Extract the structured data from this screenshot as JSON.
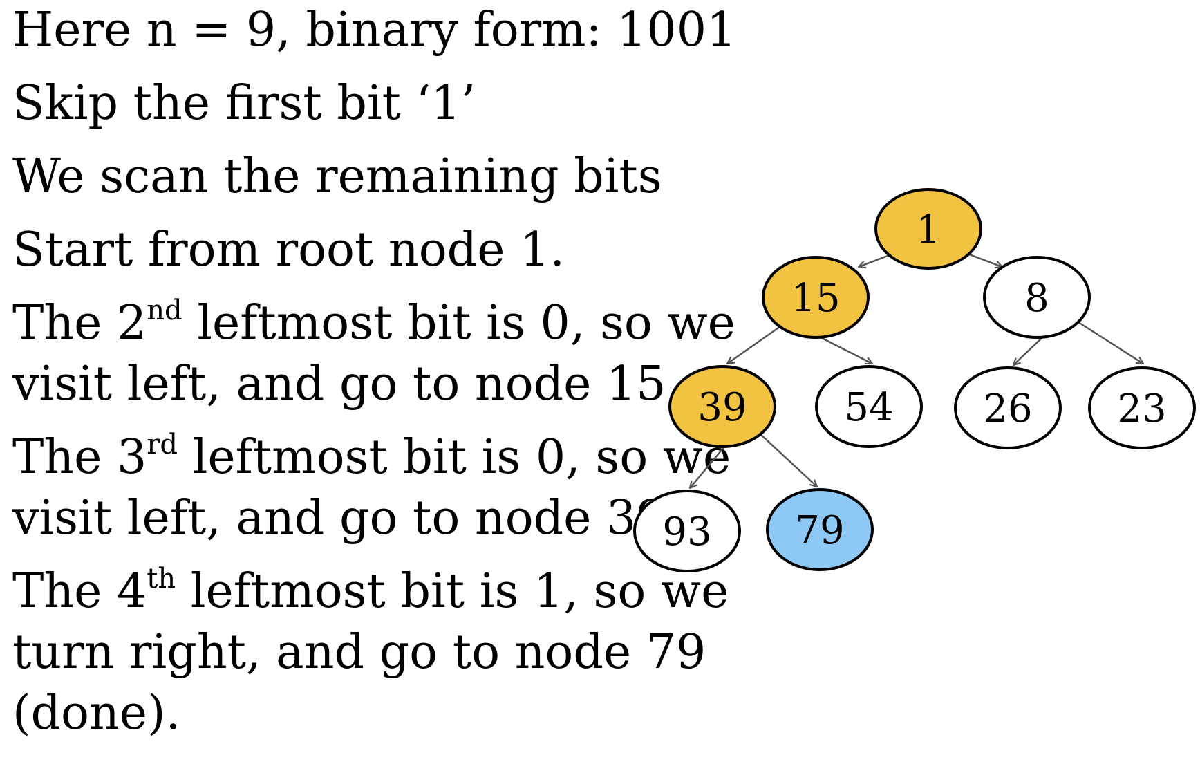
{
  "explanation": {
    "line1": "Here n = 9, binary form: 1001",
    "line2": "Skip the first bit ‘1’",
    "line3": "We scan the remaining bits",
    "line4": "Start from root node 1.",
    "line5_pre": "The 2",
    "line5_sup": "nd",
    "line5_post": " leftmost bit is 0, so we",
    "line6": "visit left, and go to node 15",
    "line7_pre": "The 3",
    "line7_sup": "rd",
    "line7_post": " leftmost bit is 0, so we",
    "line8": "visit left, and go to node 39",
    "line9_pre": "The 4",
    "line9_sup": "th",
    "line9_post": " leftmost bit is 1, so we",
    "line10": "turn right, and go to node 79",
    "line11": "(done)."
  },
  "colors": {
    "path_highlight": "#F2C241",
    "target_highlight": "#8EC8F5",
    "default_fill": "#FFFFFF",
    "node_stroke": "#000000",
    "edge_stroke": "#555555"
  },
  "tree": {
    "nodes": [
      {
        "id": "n1",
        "label": "1",
        "state": "path"
      },
      {
        "id": "n15",
        "label": "15",
        "state": "path"
      },
      {
        "id": "n8",
        "label": "8",
        "state": "default"
      },
      {
        "id": "n39",
        "label": "39",
        "state": "path"
      },
      {
        "id": "n54",
        "label": "54",
        "state": "default"
      },
      {
        "id": "n26",
        "label": "26",
        "state": "default"
      },
      {
        "id": "n23",
        "label": "23",
        "state": "default"
      },
      {
        "id": "n93",
        "label": "93",
        "state": "default"
      },
      {
        "id": "n79",
        "label": "79",
        "state": "target"
      }
    ],
    "edges": [
      {
        "from": "n1",
        "to": "n15"
      },
      {
        "from": "n1",
        "to": "n8"
      },
      {
        "from": "n15",
        "to": "n39"
      },
      {
        "from": "n15",
        "to": "n54"
      },
      {
        "from": "n8",
        "to": "n26"
      },
      {
        "from": "n8",
        "to": "n23"
      },
      {
        "from": "n39",
        "to": "n93"
      },
      {
        "from": "n39",
        "to": "n79"
      }
    ]
  }
}
